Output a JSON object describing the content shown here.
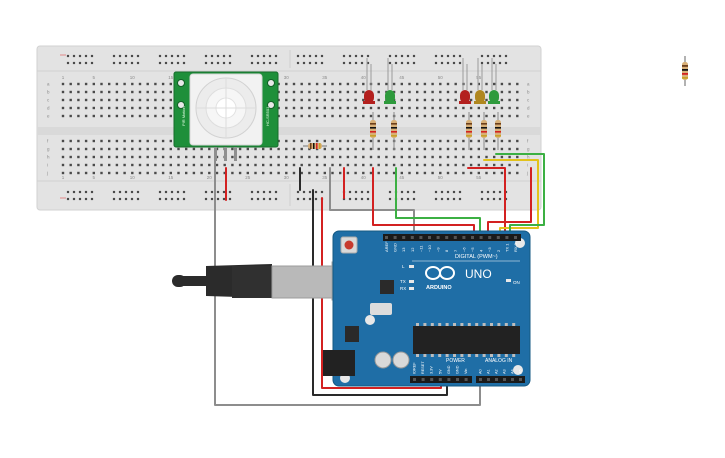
{
  "breadboard": {
    "col_numbers_top": [
      "1",
      "5",
      "10",
      "15",
      "20",
      "25",
      "30",
      "35",
      "40",
      "45",
      "50",
      "55"
    ],
    "col_numbers_bottom": [
      "1",
      "5",
      "10",
      "15",
      "20",
      "25",
      "30",
      "35",
      "40",
      "45",
      "50",
      "55"
    ],
    "row_letters_left_top": [
      "a",
      "b",
      "c",
      "d",
      "e"
    ],
    "row_letters_left_bottom": [
      "f",
      "g",
      "h",
      "i",
      "j"
    ],
    "row_letters_right_top": [
      "a",
      "b",
      "c",
      "d",
      "e"
    ],
    "row_letters_right_bottom": [
      "f",
      "g",
      "h",
      "i",
      "j"
    ]
  },
  "pir_sensor": {
    "label_left": "PIR Motion",
    "label_right": "HC-SR501"
  },
  "leds": [
    {
      "color": "#b3201e"
    },
    {
      "color": "#2e9a3c"
    },
    {
      "color": "#b3201e"
    },
    {
      "color": "#b0871f"
    },
    {
      "color": "#2e9a3c"
    }
  ],
  "arduino": {
    "brand": "ARDUINO",
    "model": "UNO",
    "digital_label": "DIGITAL (PWM~)",
    "power_label": "POWER",
    "analog_label": "ANALOG IN",
    "on_label": "ON",
    "l_label": "L",
    "tx_label": "TX",
    "rx_label": "RX",
    "digital_pins": [
      "AREF",
      "GND",
      "13",
      "12",
      "~11",
      "~10",
      "~9",
      "8",
      "7",
      "~6",
      "~5",
      "4",
      "~3",
      "2",
      "TX 1",
      "RX 0"
    ],
    "power_pins": [
      "IOREF",
      "RESET",
      "3.3V",
      "5V",
      "GND",
      "GND",
      "Vin"
    ],
    "analog_pins": [
      "A0",
      "A1",
      "A2",
      "A3",
      "A4",
      "A5"
    ]
  },
  "colors": {
    "board": "#1f6ea6",
    "breadboard": "#e3e3e3",
    "wire_red": "#d32121",
    "wire_black": "#2a2a2a",
    "wire_green": "#3cb043",
    "wire_yellow": "#e2c21c",
    "wire_gray": "#8d8d8d"
  }
}
